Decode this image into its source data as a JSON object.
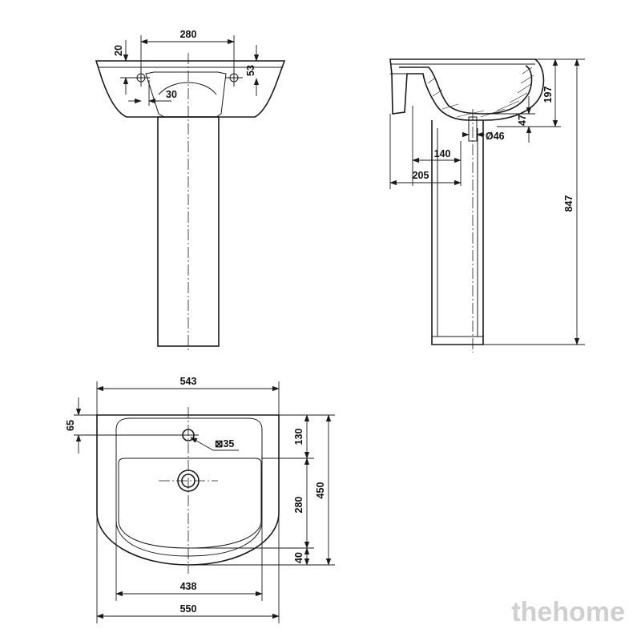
{
  "colors": {
    "line": "#1a1a1a",
    "background": "#ffffff",
    "watermark": "#cfcfcf"
  },
  "front_view": {
    "dim_tap_spacing": "280",
    "dim_tap_height": "20",
    "dim_tap_offset": "30",
    "dim_rim_depth": "53"
  },
  "side_view": {
    "dim_bowl_depth": "197",
    "dim_drain_height": "47",
    "dim_drain_diameter": "Ø46",
    "dim_drain_offset": "140",
    "dim_wall_offset": "205",
    "dim_total_height": "847"
  },
  "top_view": {
    "dim_overall_width_top": "543",
    "dim_tap_hole_offset": "65",
    "dim_tap_hole_size": "⊠35",
    "dim_front_to_tap": "130",
    "dim_bowl_length": "280",
    "dim_overall_depth": "450",
    "dim_front_rim": "40",
    "dim_bowl_width": "438",
    "dim_overall_width": "550"
  },
  "watermark": "thehome"
}
